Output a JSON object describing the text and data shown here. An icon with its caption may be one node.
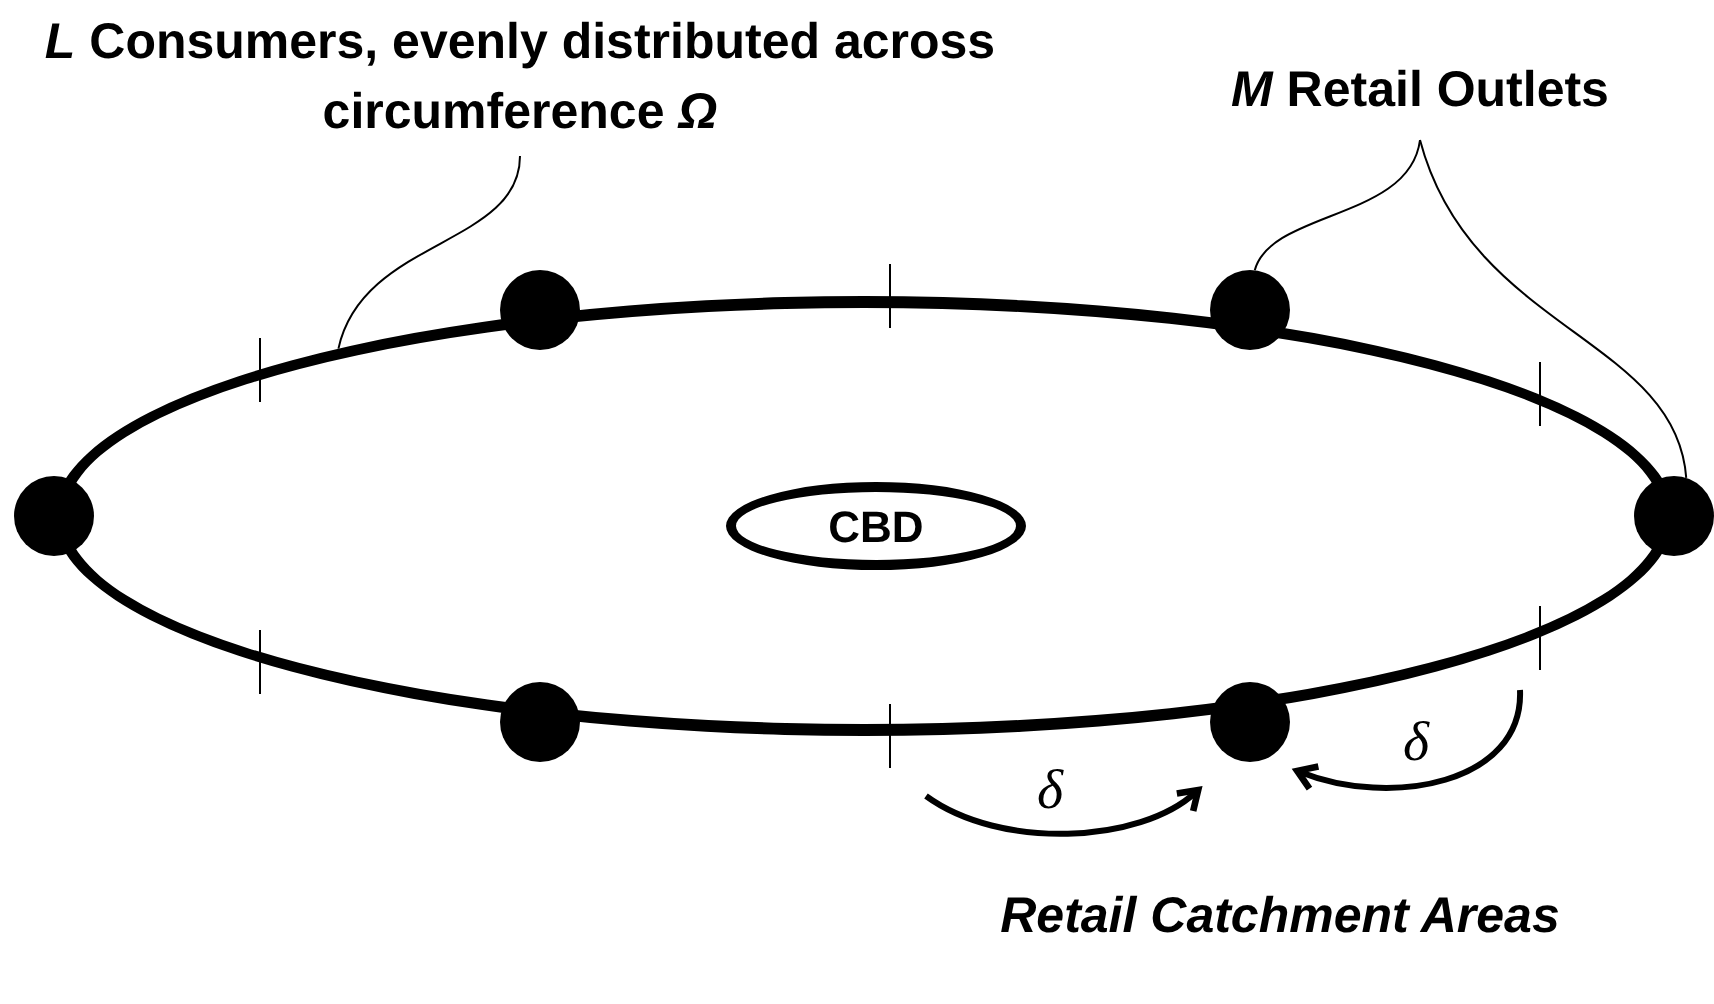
{
  "diagram": {
    "nodes": [
      {
        "text": [
          "*L* Consumers, evenly distributed across circumference *Ω*"
        ]
      },
      {
        "text": [
          "*M* Retail Outlets"
        ]
      },
      {
        "text": [
          "CBD"
        ],
        "in": 3
      },
      {
        "text": [],
        "shape": "ellipse"
      },
      {
        "text": [],
        "shape": "circle"
      },
      {
        "text": [],
        "shape": "circle"
      },
      {
        "text": [],
        "shape": "circle"
      },
      {
        "text": [],
        "shape": "circle"
      },
      {
        "text": [],
        "shape": "circle"
      },
      {
        "text": [],
        "shape": "circle"
      }
    ],
    "edges": [
      {
        "from": 0,
        "to": 3,
        "arrow": "none"
      },
      {
        "from": 1,
        "to": 7,
        "arrow": "none"
      },
      {
        "from": 1,
        "to": 9,
        "arrow": "none"
      }
    ],
    "labels": [
      "δ",
      "δ",
      "Retail Catchment Areas"
    ]
  }
}
